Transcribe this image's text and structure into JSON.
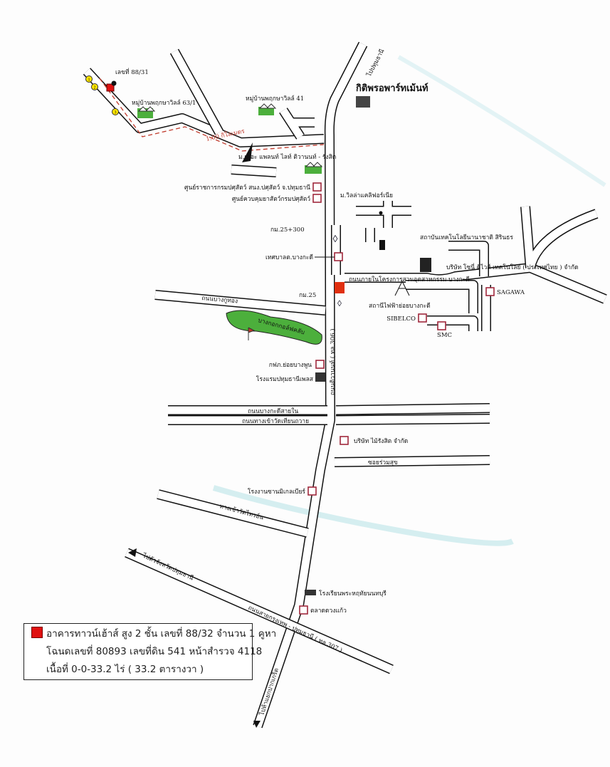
{
  "map": {
    "subject_plot": "เลขที่ 88/31",
    "distance_label": "1.00 กิโลเมตร",
    "to_pathum": "ไปปทุมธานี",
    "kitti_apartment": "กิติพรอพาร์ทเม้นท์",
    "village_63": "หมู่บ้านพฤกษาวิลล์ 63/1",
    "village_41": "หมู่บ้านพฤกษาวิลล์ 41",
    "the_planet": "ม.เดอะ แพลนท์ ไลท์ ติวานนท์ - รังสิต",
    "livestock_center": "ศูนย์ราชการกรมปศุสัตว์ สนง.ปศุสัตว์ จ.ปทุมธานี",
    "animal_control": "ศูนย์ควบคุมยาสัตว์กรมปศุสัตว์",
    "villa_california": "ม.วิลล่าแคลิฟอร์เนีย",
    "km_25_300": "กม.25+300",
    "municipality": "เทศบาลต.บางกะดี",
    "nanotech": "สถาบันเทคโนโลยีนานาชาติ สิรินธร",
    "sony": "บริษัท โซนี่ ดีไวส์ เทคโนโลยี ( ประเทศไทย ) จำกัด",
    "industrial_road": "ถนนภายในโครงการสวนอุตสาหกรรม บางกะดี",
    "sagawa": "SAGAWA",
    "substation": "สถานีไฟฟ้าย่อยบางกะดี",
    "sibelco": "SIBELCO",
    "smc": "SMC",
    "km_25": "กม.25",
    "bang_ku_thong_road": "ถนนบางกูทอง",
    "golf_club": "บางกอกกอล์ฟคลับ",
    "egat": "กฟภ.ย่อยบางพูน",
    "hotel": "โรงแรมปทุมธานีเพลส",
    "tiwanon_road": "ถนนติวานนท์ ( ทล.306 )",
    "bang_kadi_road": "ถนนบางกะดีสายใน",
    "wat_thian_road": "ถนนทางเข้าวัดเทียนถวาย",
    "mai_rangsit": "บริษัท ไม้รังสิต จำกัด",
    "soi_ruamsuk": "ซอยร่วมสุข",
    "michelin": "โรงงานซานมิเกลเบียร์",
    "wat_sai_road": "ทางเข้าวัดไทรย์น",
    "to_pathum_province": "ไปตัวจังหวัดปทุมธานี",
    "school": "โรงเรียนพระหฤทัยนนทบุรี",
    "market": "ตลาดดวงแก้ว",
    "bkk_pathum_road": "ถนนสายกรุงเทพ - ปทุมธานี ( ทล.307 )",
    "to_pak_kret": "ไปห้าแยกปากเกร็ด",
    "pins": [
      "1",
      "2",
      "3"
    ]
  },
  "legend": {
    "line1": "อาคารทาวน์เฮ้าส์ สูง 2 ชั้น เลขที่ 88/32 จำนวน 1 คูหา",
    "line2": "โฉนดเลขที่ 80893 เลขที่ดิน 541 หน้าสำรวจ 4118",
    "line3": "เนื้อที่ 0-0-33.2 ไร่ ( 33.2 ตารางวา )"
  },
  "colors": {
    "subject": "#e01010",
    "marker": "#a0283c",
    "golf": "#4caf3c",
    "route": "#c0392b"
  }
}
